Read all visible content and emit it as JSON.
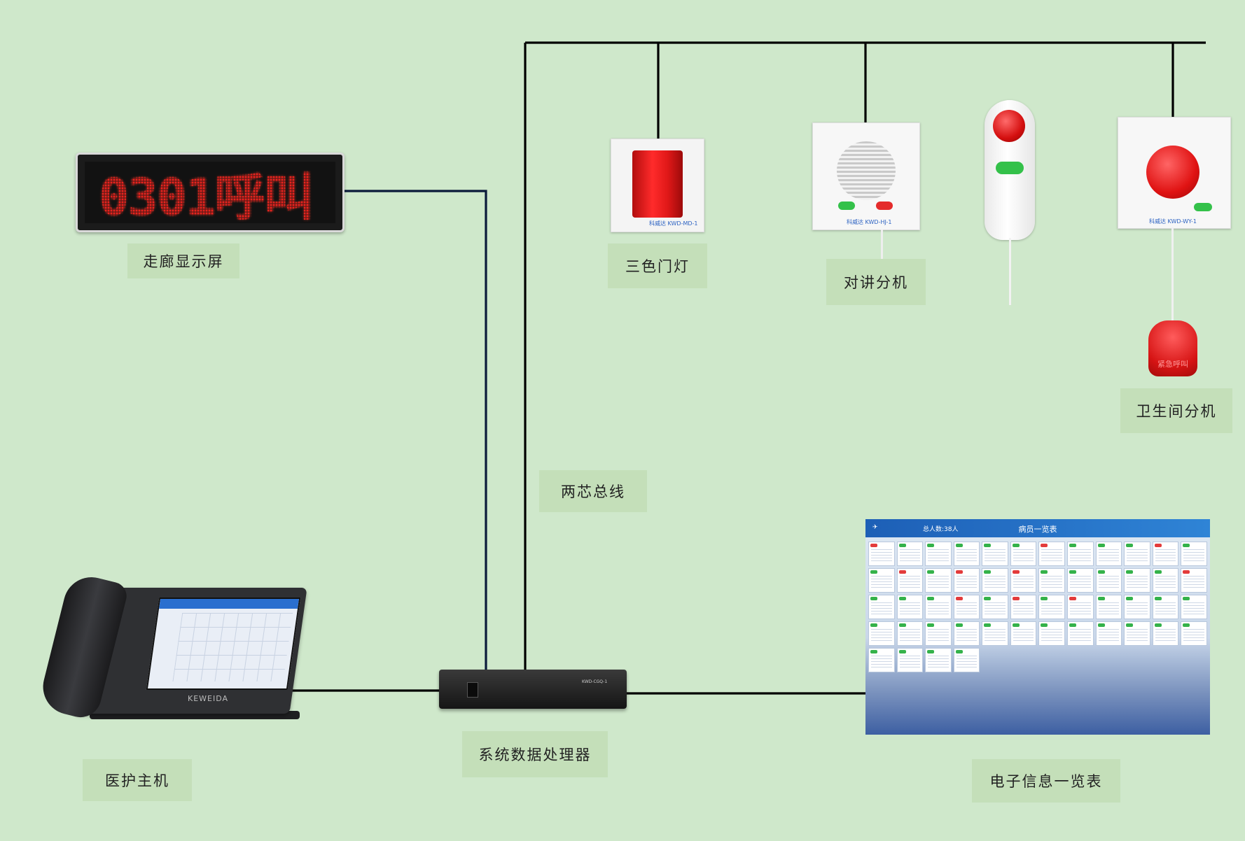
{
  "labels": {
    "corridor_display": "走廊显示屏",
    "door_light": "三色门灯",
    "intercom": "对讲分机",
    "toilet_unit": "卫生间分机",
    "two_wire_bus": "两芯总线",
    "nurse_host": "医护主机",
    "data_processor": "系统数据处理器",
    "info_board": "电子信息一览表"
  },
  "devices": {
    "corridor_display_text": "0301呼叫",
    "door_light_brand": "科威达  KWD-MD-1",
    "intercom_brand": "科威达  KWD-HJ-1",
    "toilet_brand": "科威达  KWD-WY-1",
    "pull_cord_text": "紧急呼叫",
    "nurse_host_brand": "KEWEIDA",
    "processor_model": "KWD-CGQ-1",
    "board_header_total": "总人数:38人",
    "board_header_title": "病员一览表"
  },
  "colors": {
    "background": "#cfe8cb",
    "label_bg": "#c4dfb9",
    "wire_black": "#000000",
    "wire_navy": "#0b1a3a",
    "led_red": "#e8241e"
  }
}
